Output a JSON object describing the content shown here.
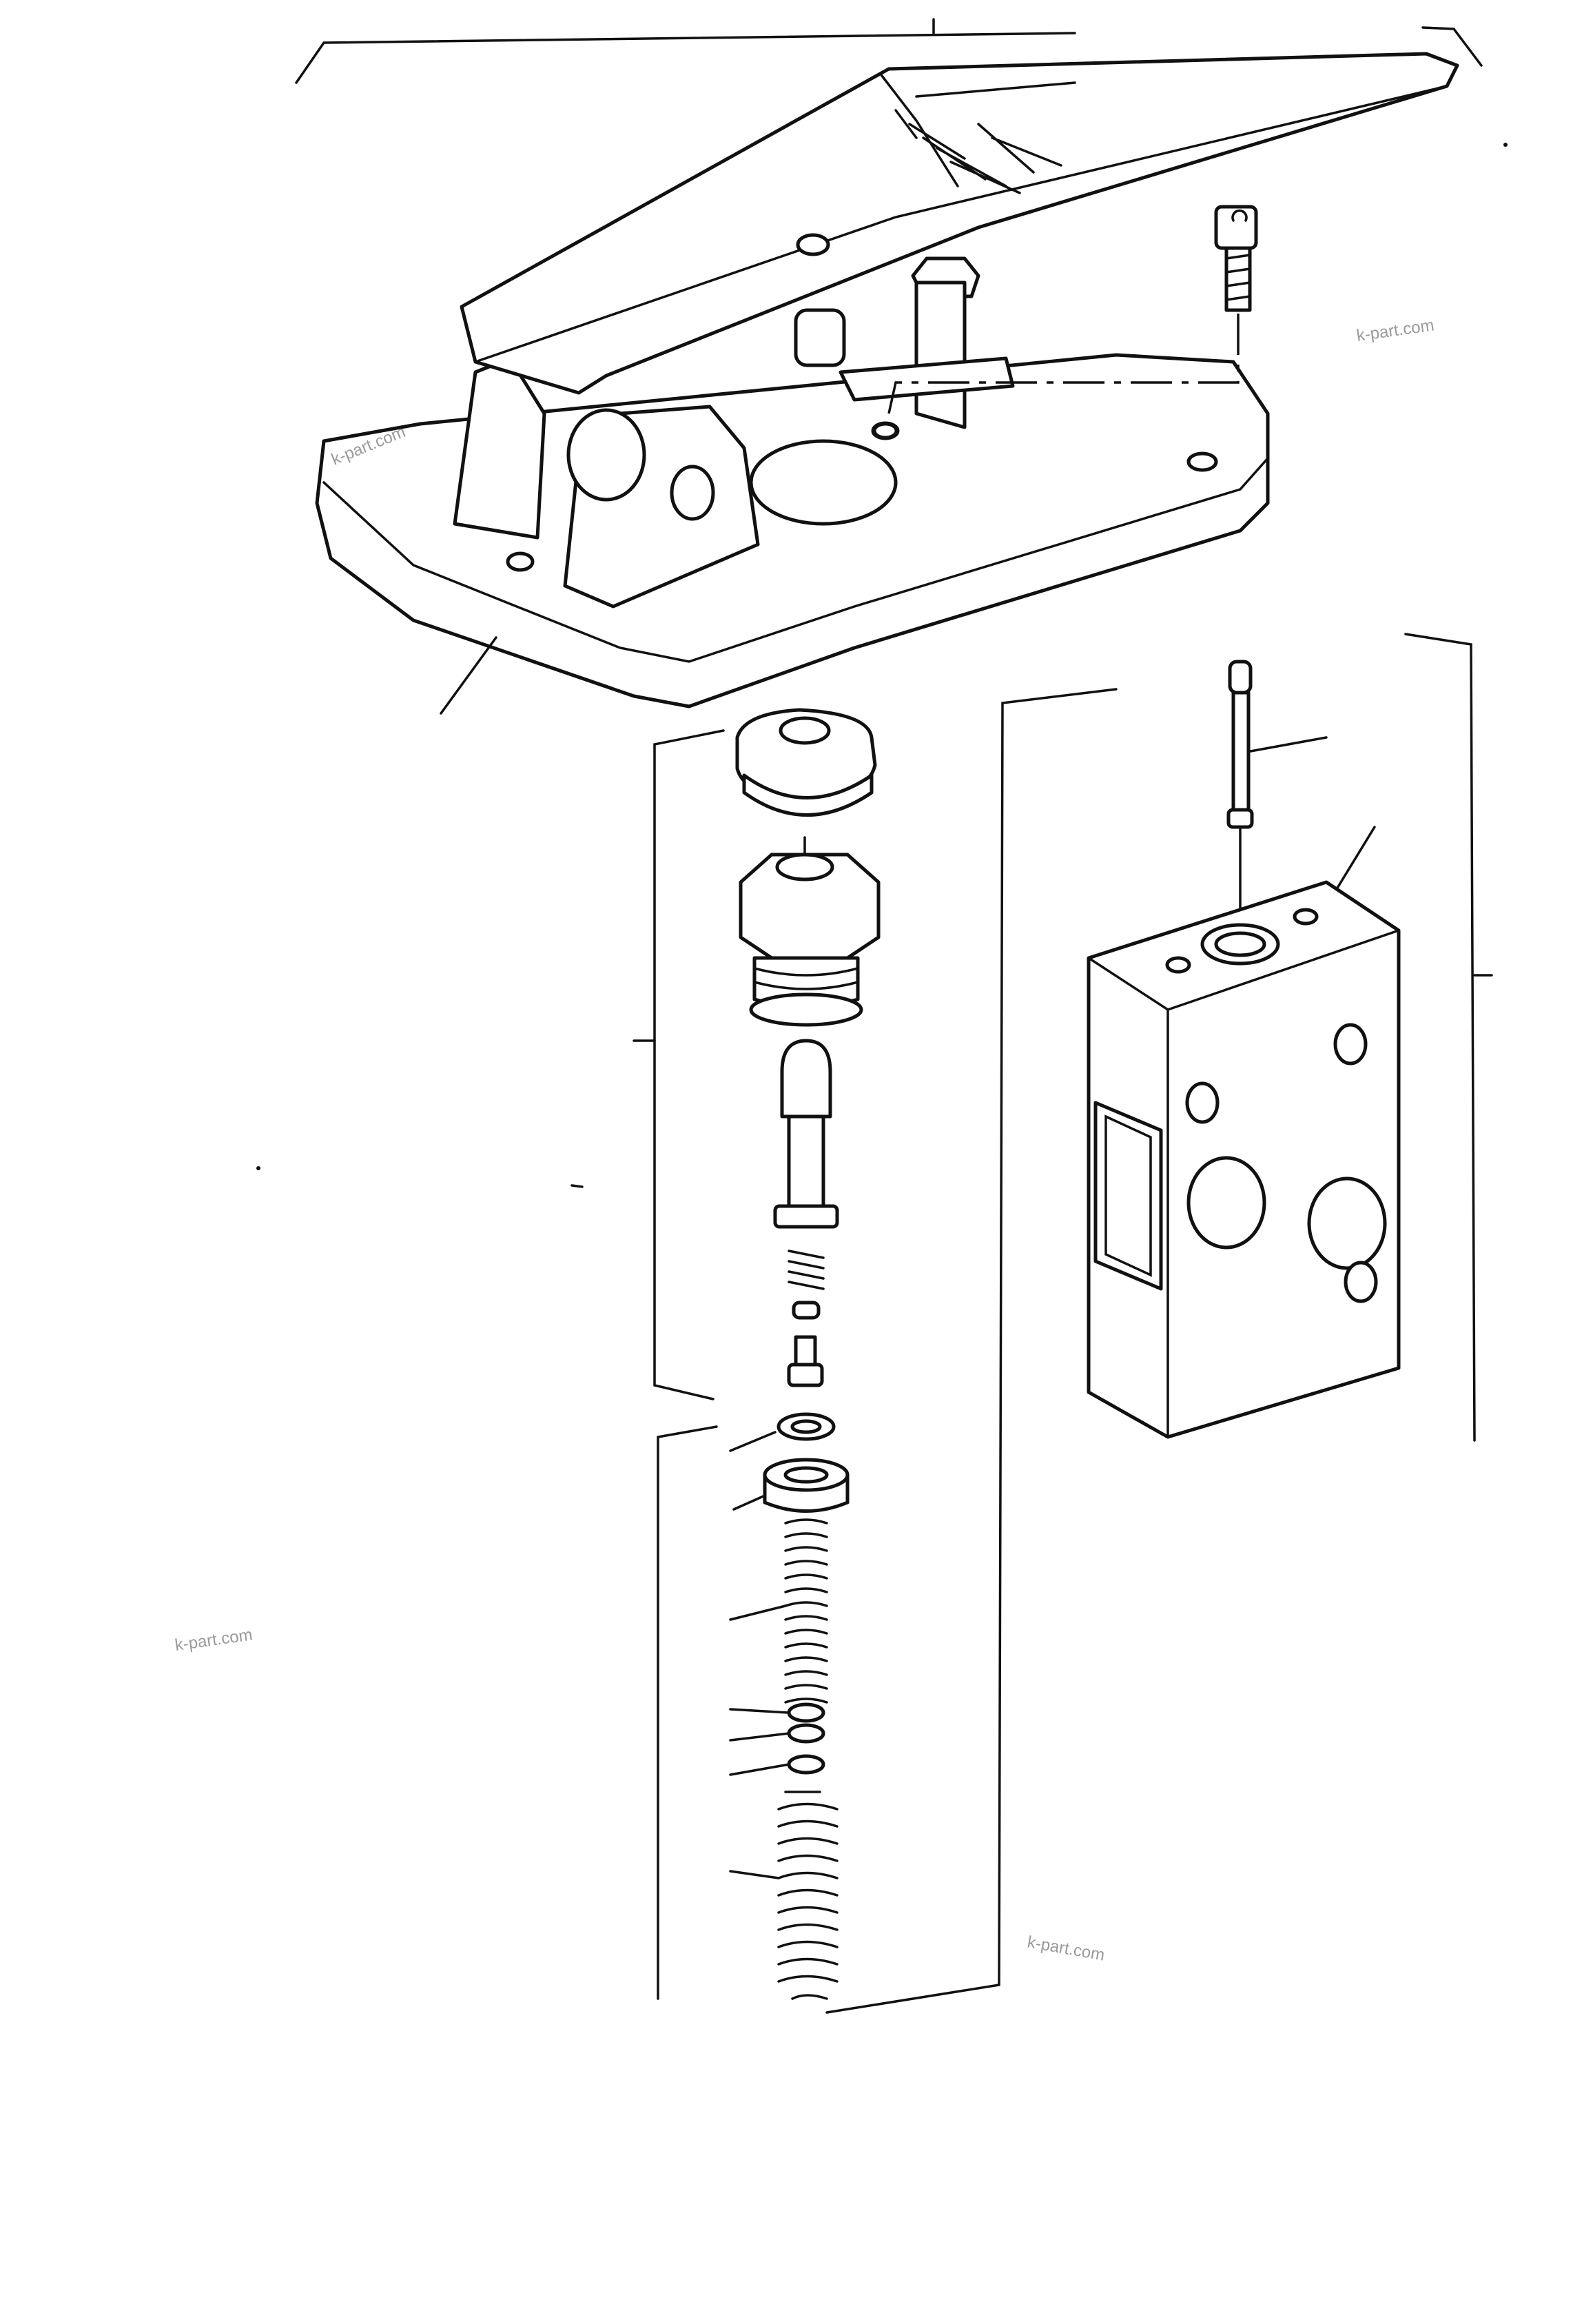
{
  "watermarks": [
    "k-part.com",
    "k-part.com",
    "k-part.com",
    "k-part.com"
  ],
  "colors": {
    "ink": "#111111",
    "paper": "#ffffff",
    "watermark": "#9a9a9a"
  }
}
